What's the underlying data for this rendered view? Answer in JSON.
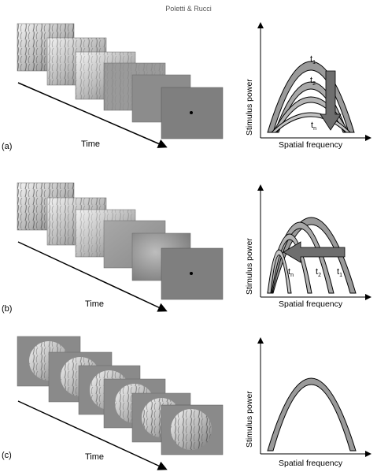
{
  "header": {
    "authors": "Poletti & Rucci"
  },
  "panels": [
    {
      "label": "(a)",
      "time_label": "Time",
      "plot": {
        "ylabel": "Stimulus power",
        "xlabel": "Spatial frequency",
        "curve_labels": [
          {
            "main": "t",
            "sub": "1"
          },
          {
            "main": "t",
            "sub": "2"
          },
          {
            "main": "t",
            "sub": "n"
          }
        ]
      }
    },
    {
      "label": "(b)",
      "time_label": "Time",
      "plot": {
        "ylabel": "Stimulus power",
        "xlabel": "Spatial frequency",
        "curve_labels": [
          {
            "main": "t",
            "sub": "n"
          },
          {
            "main": "t",
            "sub": "2"
          },
          {
            "main": "t",
            "sub": "1"
          }
        ]
      }
    },
    {
      "label": "(c)",
      "time_label": "Time",
      "plot": {
        "ylabel": "Stimulus power",
        "xlabel": "Spatial frequency"
      }
    }
  ]
}
